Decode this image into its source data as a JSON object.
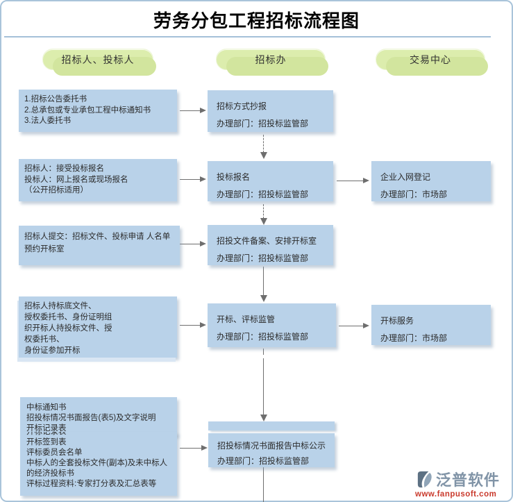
{
  "title": "劳务分包工程招标流程图",
  "columns": [
    {
      "label": "招标人、投标人"
    },
    {
      "label": "招标办"
    },
    {
      "label": "交易中心"
    }
  ],
  "boxes": {
    "l1": {
      "lines": [
        "1.招标公告委托书",
        "2.总承包或专业承包工程中标通知书",
        "3.法人委托书"
      ]
    },
    "l2": {
      "lines": [
        "招标人：接受投标报名",
        "投标人：网上报名或现场报名",
        "（公开招标适用）"
      ]
    },
    "l3": {
      "lines": [
        "招标人提交：招标文件、投标申请 人名单",
        "预约开标室"
      ]
    },
    "l4": {
      "lines": [
        "招标人持标底文件、",
        "授权委托书、身份证明组",
        "织开标人持投标文件、授",
        "权委托书、",
        "身份证参加开标"
      ]
    },
    "l5a": {
      "lines": [
        "中标通知书",
        "招投标情况书面报告(表5)及文字说明",
        "开标记录表"
      ]
    },
    "l5b": {
      "lines": [
        "开标记录表",
        "开标签到表",
        "评标委员会名单",
        "中标人的全套投标文件(副本)及未中标人",
        "的经济投标书",
        "评标过程资料:专家打分表及汇总表等"
      ]
    },
    "m1": {
      "lines": [
        "招标方式抄报",
        "办理部门：招投标监管部"
      ]
    },
    "m2": {
      "lines": [
        "投标报名",
        "办理部门：招投标监管部"
      ]
    },
    "m3": {
      "lines": [
        "招投文件备案、安排开标室",
        "办理部门：招投标监管部"
      ]
    },
    "m4": {
      "lines": [
        "开标、评标监管",
        "办理部门：招投标监管部"
      ]
    },
    "m5": {
      "lines": [
        "招投标情况书面报告中标公示",
        "办理部门：招投标监管部"
      ]
    },
    "r1": {
      "lines": [
        "企业入网登记",
        "办理部门：市场部"
      ]
    },
    "r2": {
      "lines": [
        "开标服务",
        "办理部门：市场部"
      ]
    }
  },
  "logo": {
    "name": "泛普软件",
    "url": "www.fanpusoft.com"
  },
  "colors": {
    "box_blue": "#b9d2e9",
    "pill_green": "#dcedad",
    "pill_shadow": "#d2e59e",
    "arrow_gray": "#6e6e6e",
    "frame_blue": "#a9c4da",
    "logo_text": "#8194a7",
    "logo_url_red": "#c9392b"
  }
}
